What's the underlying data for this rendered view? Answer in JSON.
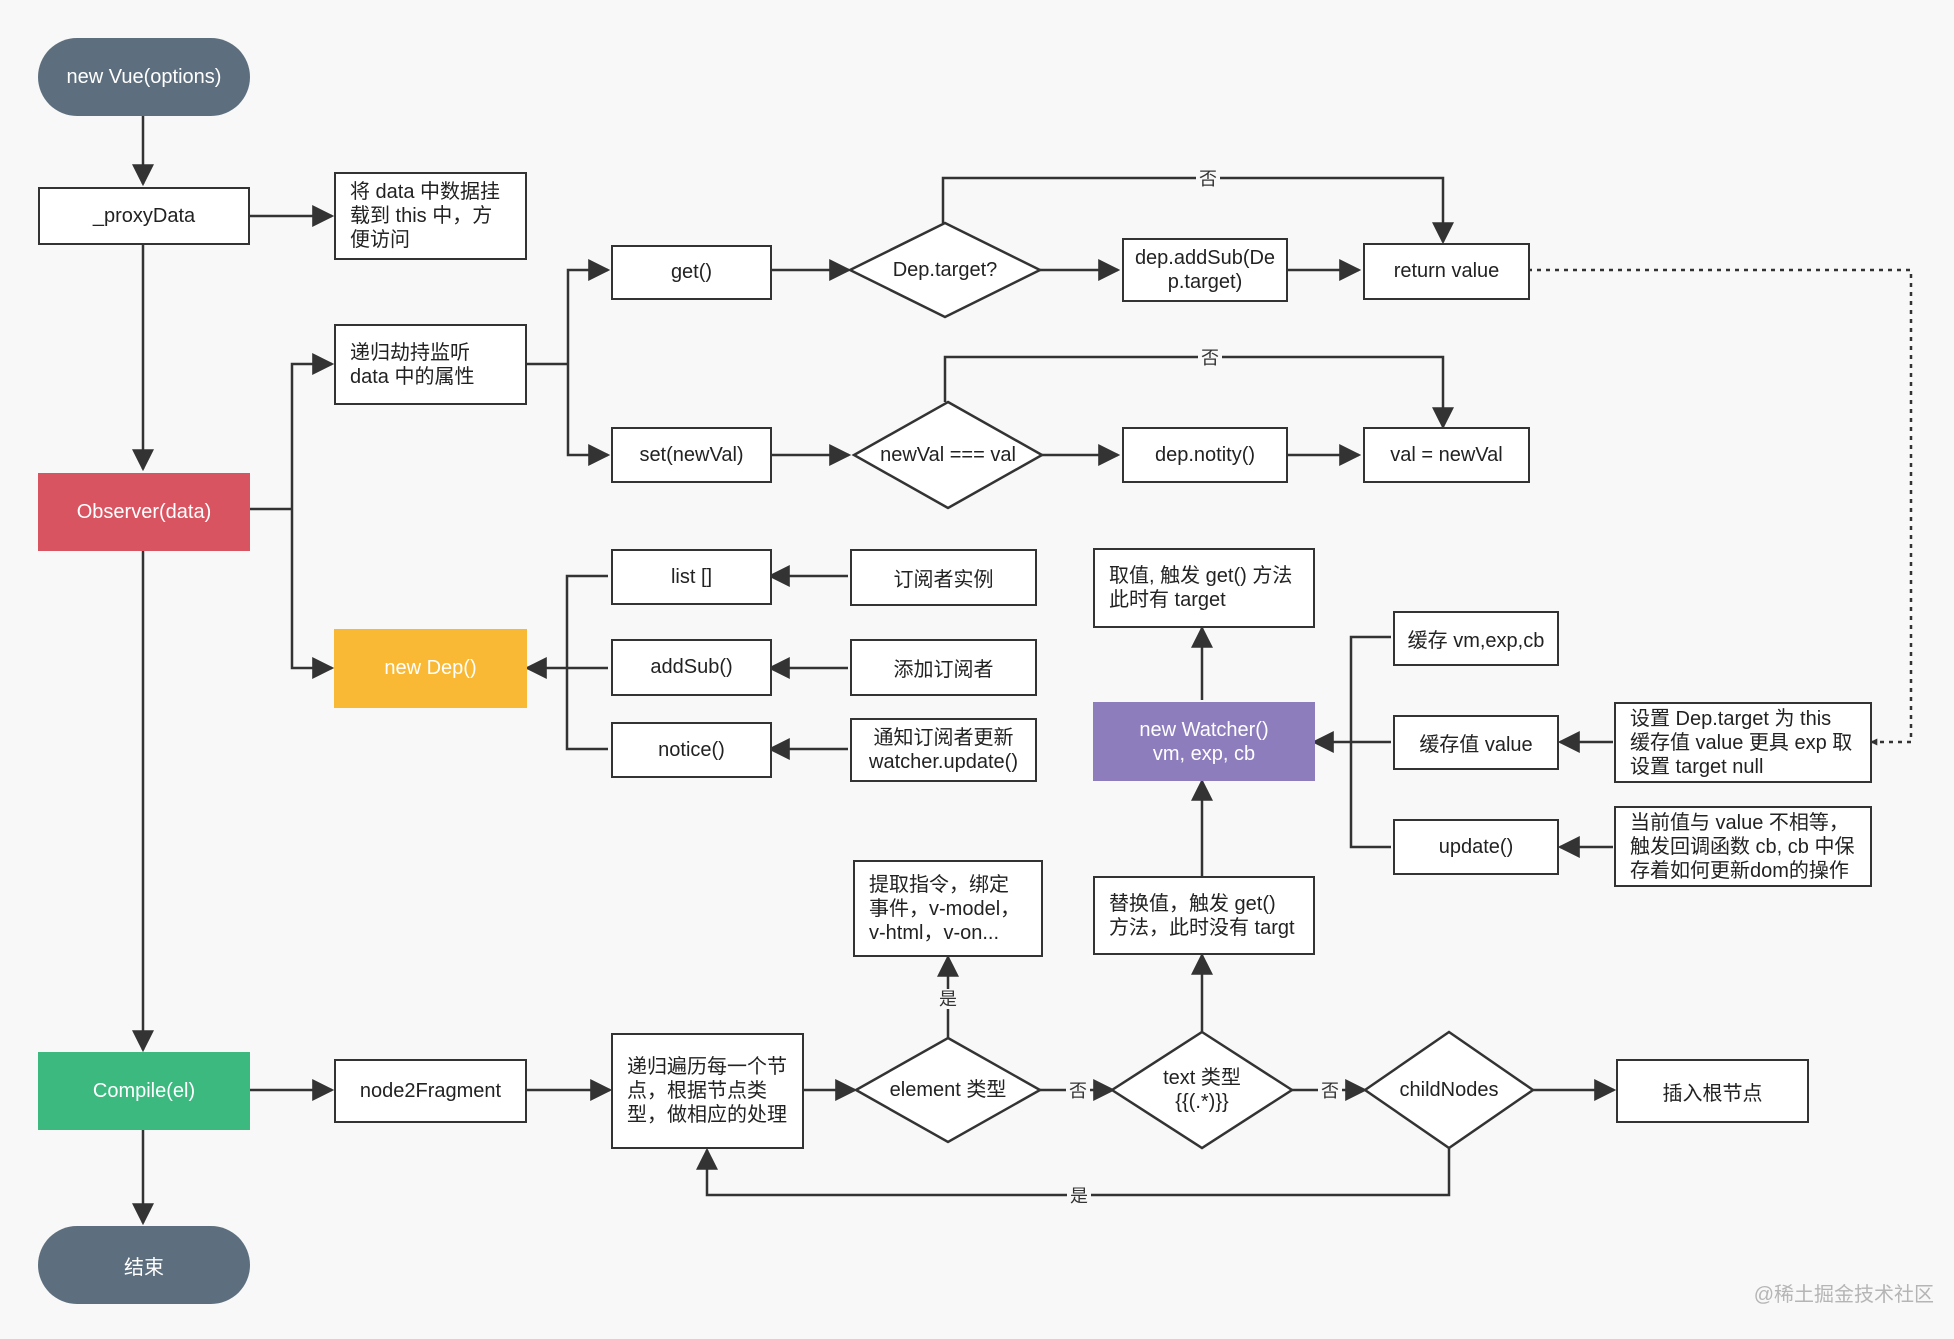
{
  "colors": {
    "pill": "#5d6f7e",
    "observer": "#d95461",
    "dep": "#f9b934",
    "watcher": "#8d7dbd",
    "compile": "#3bb97f",
    "stroke": "#333333",
    "background": "#f8f8f8"
  },
  "nodes": {
    "new_vue": "new Vue(options)",
    "proxy_data": "_proxyData",
    "proxy_note": "将 data 中数据挂载到 this 中，方便访问",
    "observer": "Observer(data)",
    "recursive_hijack": "递归劫持监听 data 中的属性",
    "get": "get()",
    "dep_target_q": "Dep.target?",
    "dep_addsub": "dep.addSub(Dep.target)",
    "return_value": "return value",
    "set": "set(newVal)",
    "newval_eq": "newVal === val",
    "dep_notify": "dep.notity()",
    "val_assign": "val = newVal",
    "new_dep": "new Dep()",
    "list": "list []",
    "addsub": "addSub()",
    "notice": "notice()",
    "subscriber_instance": "订阅者实例",
    "add_subscriber": "添加订阅者",
    "notify_update_1": "通知订阅者更新",
    "notify_update_2": "watcher.update()",
    "get_value_note": "取值, 触发 get() 方法此时有 target",
    "watcher_1": "new Watcher()",
    "watcher_2": "vm, exp, cb",
    "cache_vm": "缓存 vm,exp,cb",
    "cache_value": "缓存值 value",
    "update": "update()",
    "set_target_note": "设置 Dep.target 为 this 缓存值 value 更具 exp 取设置 target null",
    "compare_note": "当前值与 value 不相等，触发回调函数 cb, cb 中保存着如何更新dom的操作",
    "extract_note": "提取指令，绑定事件，v-model，v-html，v-on...",
    "replace_note": "替换值，触发 get() 方法，此时没有 targt",
    "compile": "Compile(el)",
    "node2fragment": "node2Fragment",
    "traverse_note": "递归遍历每一个节点，根据节点类型，做相应的处理",
    "element_type": "element 类型",
    "text_type_1": "text 类型",
    "text_type_2": "{{(.*)}}",
    "child_nodes": "childNodes",
    "insert_root": "插入根节点",
    "end": "结束"
  },
  "edge_labels": {
    "no_1": "否",
    "no_2": "否",
    "yes_1": "是",
    "no_3": "否",
    "no_4": "否",
    "yes_2": "是"
  },
  "watermark": "@稀土掘金技术社区"
}
